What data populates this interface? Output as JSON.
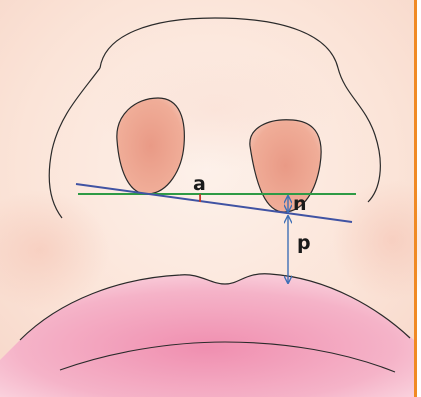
{
  "figure": {
    "labels": {
      "a": "a",
      "n": "n",
      "p": "p"
    },
    "colors": {
      "skin_background": "#fbe7dc",
      "nostril_fill": "#eda58f",
      "lip_fill": "#f3a9c0",
      "outline": "#2a2a2a",
      "horizontal_line": "#2e9a45",
      "nostril_axis_line": "#4053a3",
      "measurement_arrows": "#3f6fb6",
      "angle_mark": "#c0392b",
      "side_border": "#f08a24"
    }
  }
}
